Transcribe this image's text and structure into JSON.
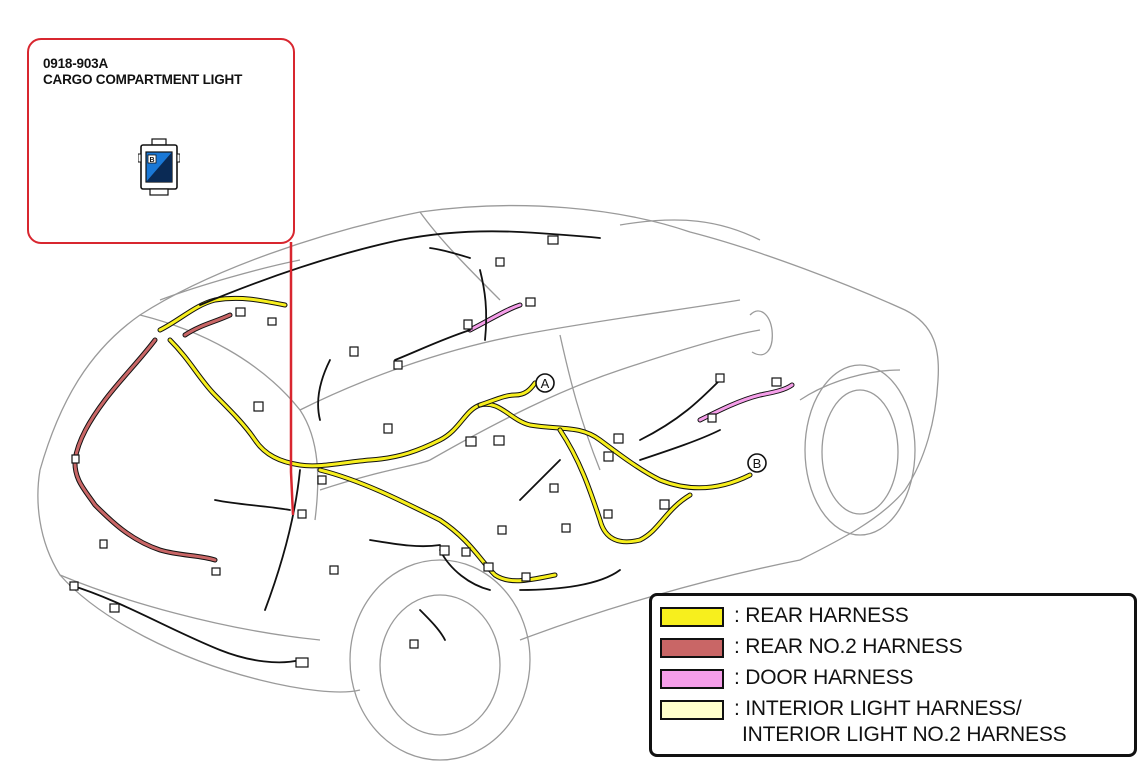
{
  "callout": {
    "code": "0918-903A",
    "title": "CARGO COMPARTMENT LIGHT",
    "connector_label": "B"
  },
  "markers": {
    "a": "A",
    "b": "B"
  },
  "legend": {
    "items": [
      {
        "label": ": REAR HARNESS",
        "color": "#f7ef1d"
      },
      {
        "label": ": REAR NO.2 HARNESS",
        "color": "#c96666"
      },
      {
        "label": ": DOOR HARNESS",
        "color": "#f59ee9"
      },
      {
        "label": ": INTERIOR LIGHT HARNESS/",
        "label_line2": "INTERIOR LIGHT NO.2 HARNESS",
        "color": "#ffffcc"
      }
    ]
  },
  "colors": {
    "callout_border": "#d8262f",
    "connector_blue": "#1a78d6",
    "outline": "#9a9a9a",
    "wire": "#111111"
  }
}
